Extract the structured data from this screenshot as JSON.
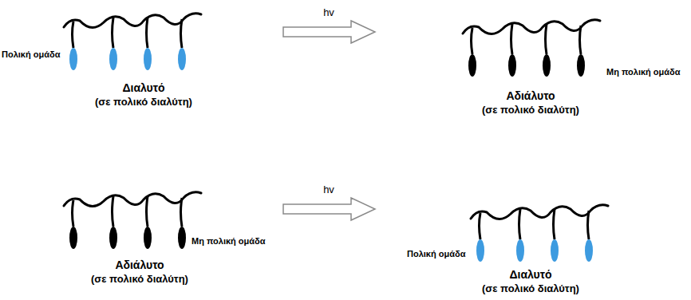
{
  "diagram": {
    "labels": [
      "Πολική ομάδα",
      "hv",
      "Μη πολική ομάδα",
      "Διαλυτό",
      "(σε πολικό διαλύτη)",
      "Αδιάλυτο",
      "(σε πολικό διαλύτη)",
      "hv",
      "Μη πολική ομάδα",
      "Πολική ομάδα",
      "Αδιάλυτο",
      "(σε πολικό διαλύτη)",
      "Διαλυτό",
      "(σε πολικό διαλύτη)"
    ]
  }
}
